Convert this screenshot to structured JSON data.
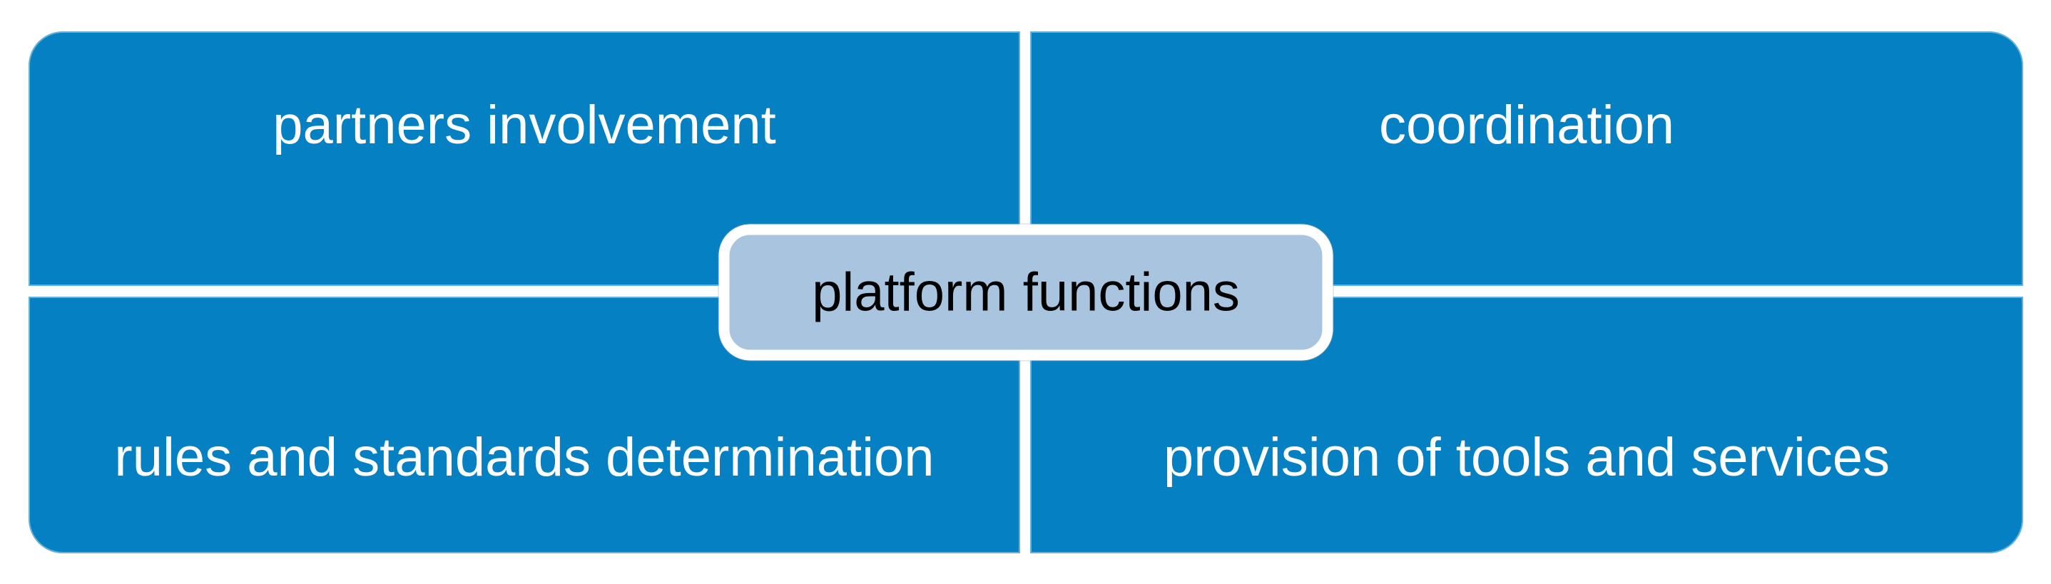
{
  "diagram": {
    "type": "quadrant-diagram",
    "center_label": "platform functions",
    "quadrants": [
      {
        "position": "top-left",
        "label": "partners involvement"
      },
      {
        "position": "top-right",
        "label": "coordination"
      },
      {
        "position": "bottom-left",
        "label": "rules and standards determination"
      },
      {
        "position": "bottom-right",
        "label": "provision of tools and services"
      }
    ],
    "colors": {
      "quadrant_fill": "#0581c3",
      "quadrant_text": "#ffffff",
      "center_fill": "#a9c4de",
      "center_border": "#ffffff",
      "center_text": "#000000",
      "background": "#ffffff"
    }
  }
}
